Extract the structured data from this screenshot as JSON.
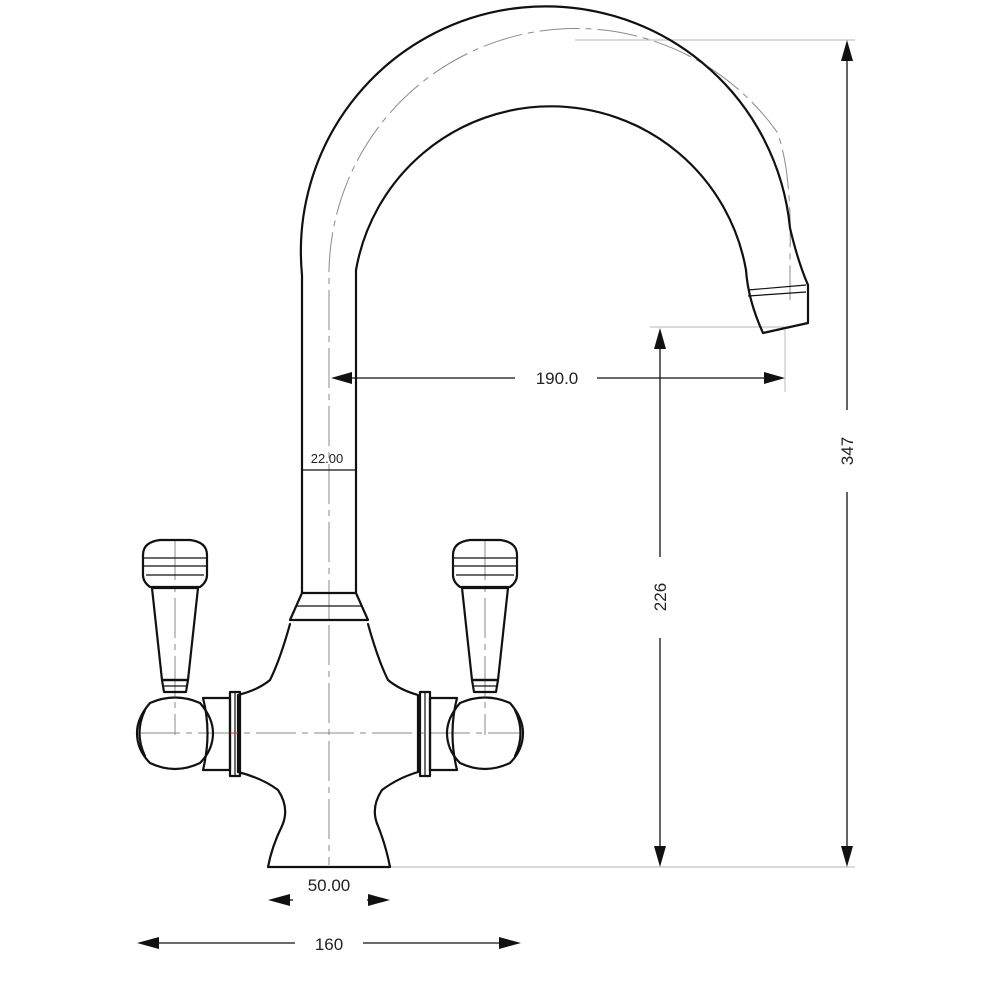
{
  "dimensions": {
    "reach": "190.0",
    "pipe_diameter": "22.00",
    "overall_height": "347",
    "spout_height": "226",
    "base_width": "50.00",
    "handle_span": "160"
  }
}
